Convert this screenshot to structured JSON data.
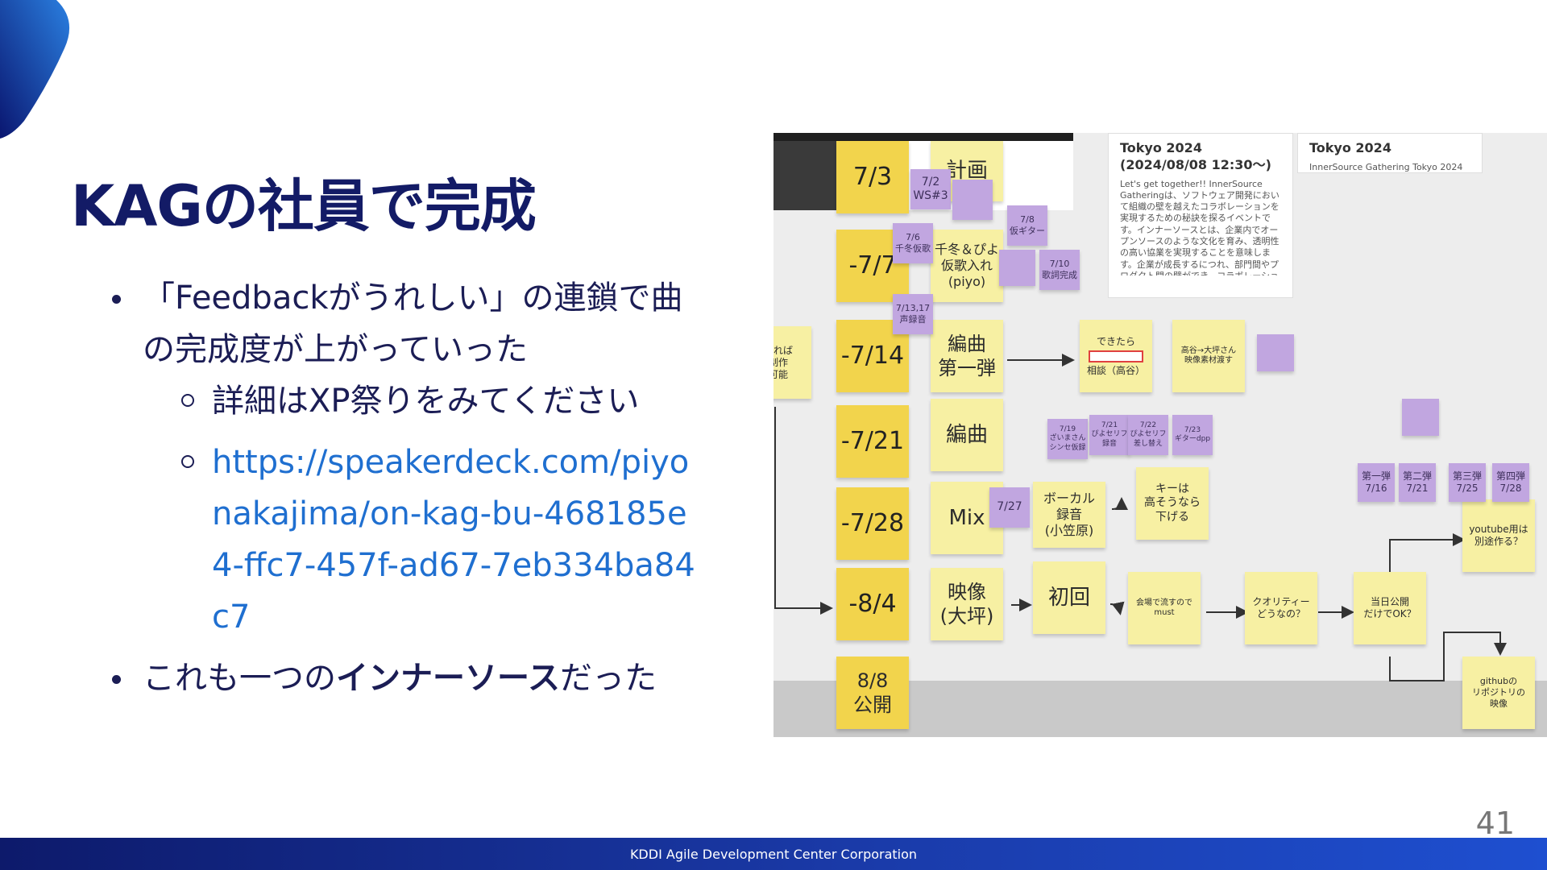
{
  "slide": {
    "title": "KAGの社員で完成",
    "page_number": "41",
    "footer": "KDDI Agile Development Center Corporation"
  },
  "bullets": {
    "b1": "「Feedbackがうれしい」の連鎖で曲の完成度が上がっていった",
    "b1_sub1": "詳細はXP祭りをみてください",
    "b1_sub2": "https://speakerdeck.com/piyonakajima/on-kag-bu-468185e4-ffc7-457f-ad67-7eb334ba84c7",
    "b2_pre": "これも一つの",
    "b2_bold": "インナーソース",
    "b2_post": "だった"
  },
  "board": {
    "dates": [
      "7/3",
      "-7/7",
      "-7/14",
      "-7/21",
      "-7/28",
      "-8/4",
      "8/8\n公開"
    ],
    "plan": "計画",
    "sing": "千冬＆ぴよ\n仮歌入れ\n(piyo)",
    "arr1": "編曲\n第一弾",
    "arr2": "編曲",
    "mix": "Mix",
    "video": "映像\n(大坪)",
    "vocal": "ボーカル\n録音\n(小笠原)",
    "key": "キーは\n高そうなら\n下げる",
    "first": "初回",
    "dekitara": "できたら",
    "soudan": "相談（高谷）",
    "takaya": "高谷→大坪さん\n映像素材渡す",
    "kaijo": "会場で流すので\nmust",
    "quality": "クオリティー\nどうなの？",
    "release": "当日公開\nだけでOK？",
    "youtube": "youtube用は\n別途作る？",
    "github": "githubの\nリポジトリの\n映像",
    "left_partial": "かれば\n制作\n可能",
    "p_72": "7/2\nWS#3",
    "p_76": "7/6\n千冬仮歌",
    "p_78": "7/8\n仮ギター",
    "p_710": "7/10\n歌詞完成",
    "p_71317": "7/13,17\n声録音",
    "p_727": "7/27",
    "p_719": "7/19\nざいまさん\nシンセ仮録",
    "p_721": "7/21\nぴよセリフ\n録音",
    "p_722": "7/22\nぴよセリフ\n差し替え",
    "p_723": "7/23\nギターdpp",
    "wave1": "第一弾\n7/16",
    "wave2": "第二弾\n7/21",
    "wave3": "第三弾\n7/25",
    "wave4": "第四弾\n7/28",
    "card1_title": "Tokyo 2024 (2024/08/08 12:30〜)",
    "card1_body": "Let's get together!! InnerSource Gatheringは、ソフトウェア開発において組織の壁を越えたコラボレーションを実現するための秘訣を探るイベントです。インナーソースとは、企業内でオープンソースのような文化を育み、透明性の高い協業を実現することを意味します。企業が成長するにつれ、部門間やプロダクト間の壁ができ、コラボレーションが難しくなることがあります。...",
    "card2_title": "Tokyo 2024",
    "card2_body": "InnerSource Gathering Tokyo 2024"
  }
}
